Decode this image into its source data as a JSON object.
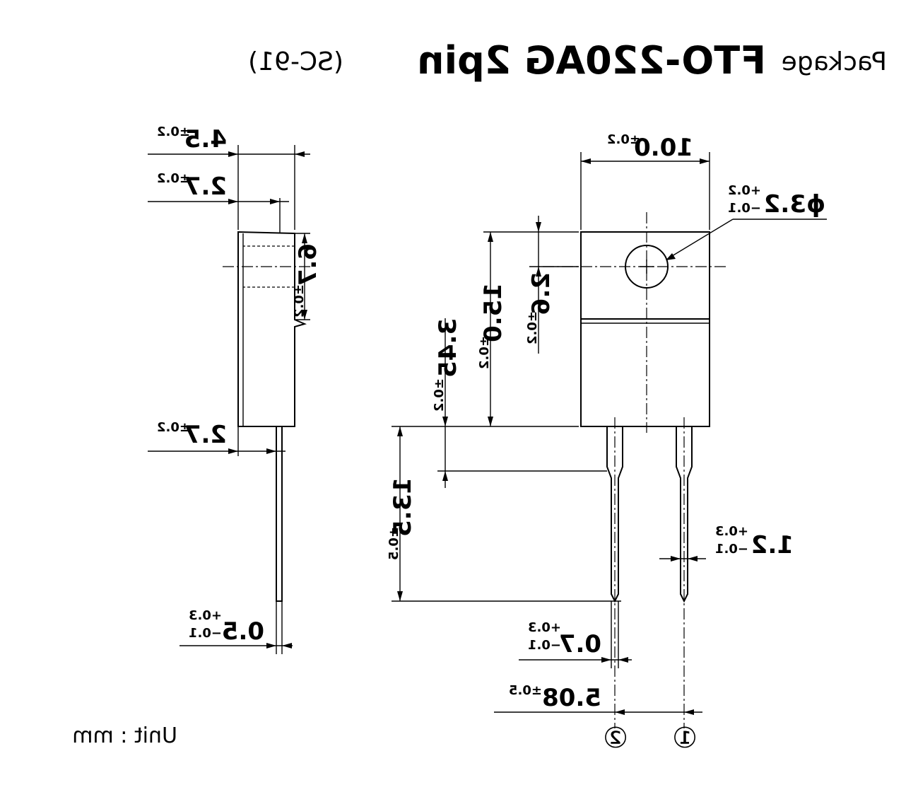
{
  "title": {
    "prefix": "Package",
    "name": "FTO-220AG 2pin",
    "suffix": "(SC-91)"
  },
  "unit_label": "Unit : mm",
  "pins": [
    "①",
    "②"
  ],
  "dimensions": {
    "side_width": {
      "value": "4.5",
      "tol": "±0.2"
    },
    "side_tab": {
      "value": "2.7",
      "tol": "±0.2"
    },
    "side_bottom": {
      "value": "2.7",
      "tol": "±0.2"
    },
    "side_hole_height": {
      "value": "6.7",
      "tol": "±0.2"
    },
    "lead_thickness": {
      "value": "0.5",
      "tol_plus": "+0.3",
      "tol_minus": "−0.1"
    },
    "body_width": {
      "value": "10.0",
      "tol": "±0.2"
    },
    "hole_diameter": {
      "value": "ϕ3.2",
      "tol_plus": "+0.2",
      "tol_minus": "−0.1"
    },
    "body_height": {
      "value": "15.0",
      "tol": "±0.2"
    },
    "hole_center": {
      "value": "2.6",
      "tol": "±0.2"
    },
    "lead_shoulder": {
      "value": "3.45",
      "tol": "±0.2"
    },
    "lead_length": {
      "value": "13.5",
      "tol": "±0.5"
    },
    "lead_width_wide": {
      "value": "1.2",
      "tol_plus": "+0.3",
      "tol_minus": "−0.1"
    },
    "lead_width": {
      "value": "0.7",
      "tol_plus": "+0.3",
      "tol_minus": "−0.1"
    },
    "pitch": {
      "value": "5.08",
      "tol": "±0.5"
    }
  }
}
